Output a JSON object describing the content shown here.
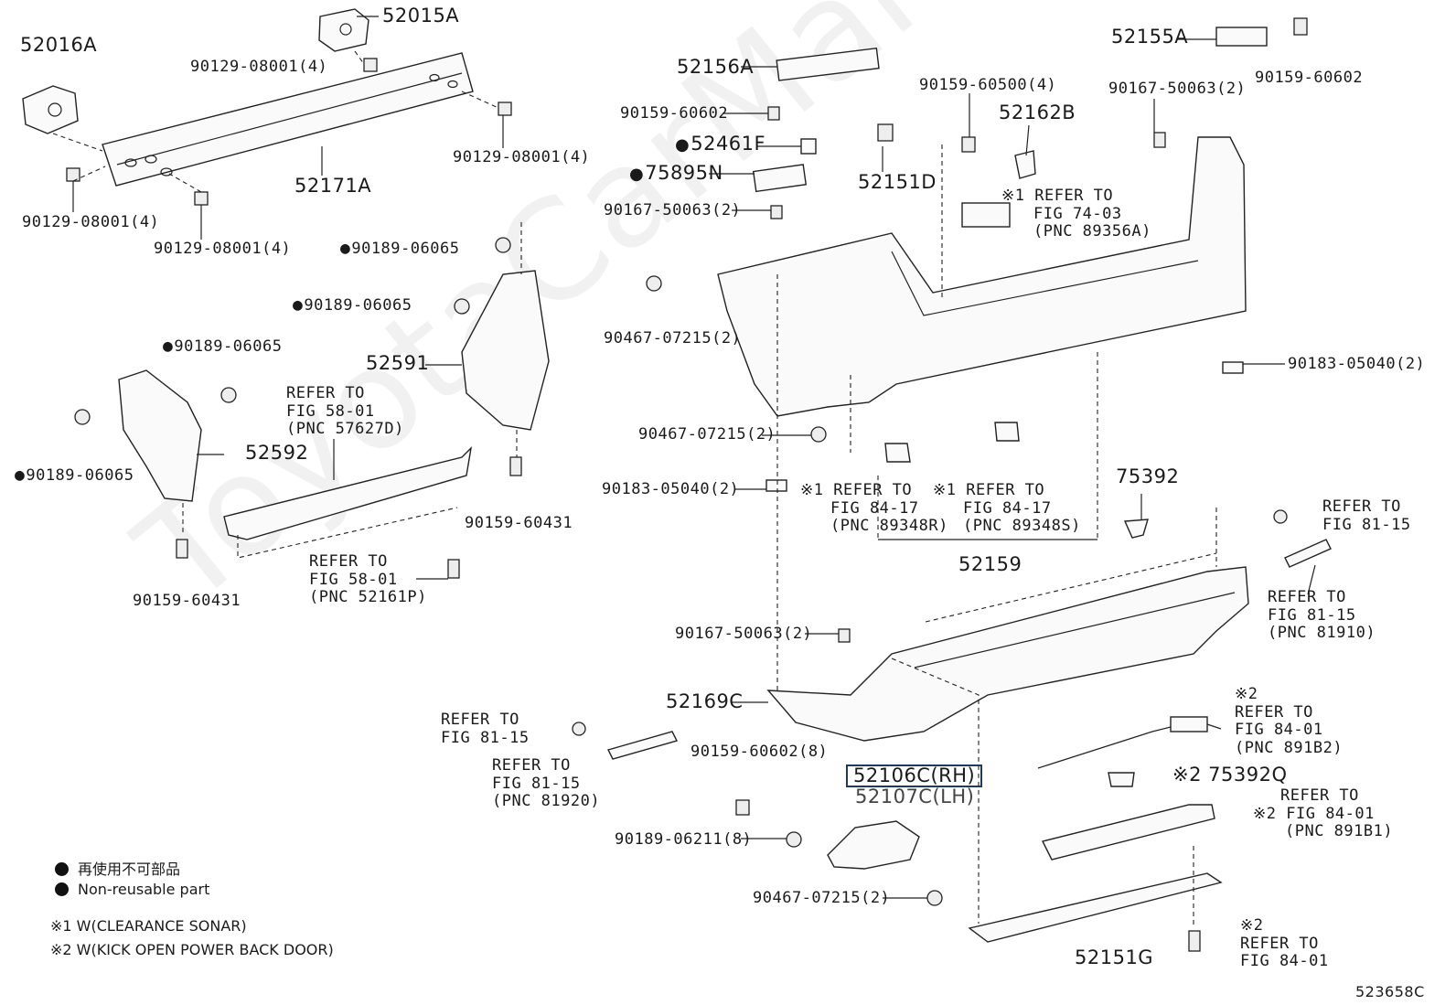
{
  "watermark": "ToyotaCarMart.ru",
  "figure_id": "523658C",
  "labels": {
    "p52016A": "52016A",
    "p52015A": "52015A",
    "b90129_top": "90129-08001(4)",
    "b90129_right": "90129-08001(4)",
    "b90129_left": "90129-08001(4)",
    "b90129_bottom": "90129-08001(4)",
    "p52171A": "52171A",
    "p52156A": "52156A",
    "b90159_60602_a": "90159-60602",
    "p52461F": "52461F",
    "p75895N": "75895N",
    "b90167_a": "90167-50063(2)",
    "b90467_a": "90467-07215(2)",
    "b90467_b": "90467-07215(2)",
    "b90183_a": "90183-05040(2)",
    "b90167_b": "90167-50063(2)",
    "p52169C": "52169C",
    "b90159_60602_b": "90159-60602(8)",
    "b90189_06211": "90189-06211(8)",
    "b90467_c": "90467-07215(2)",
    "p52106C": "52106C(RH)",
    "p52107C": "52107C(LH)",
    "b90189_a": "90189-06065",
    "b90189_b": "90189-06065",
    "b90189_c": "90189-06065",
    "b90189_d": "90189-06065",
    "p52591": "52591",
    "p52592": "52592",
    "b90159_60431_a": "90159-60431",
    "b90159_60431_b": "90159-60431",
    "b90159_60500": "90159-60500(4)",
    "p52162B": "52162B",
    "p52151D": "52151D",
    "p52155A": "52155A",
    "b90159_60602_c": "90159-60602",
    "b90167_c": "90167-50063(2)",
    "b90183_b": "90183-05040(2)",
    "p75392": "75392",
    "p52159": "52159",
    "p75392Q": "75392Q",
    "p52151G": "52151G"
  },
  "refers": {
    "r_58_01_57627D": [
      "REFER TO",
      "FIG 58-01",
      "(PNC 57627D)"
    ],
    "r_58_01_52161P": [
      "REFER TO",
      "FIG 58-01",
      "(PNC 52161P)"
    ],
    "r_74_03": [
      "REFER TO",
      "FIG 74-03",
      "(PNC 89356A)"
    ],
    "r_84_17_R": [
      "REFER TO",
      "FIG 84-17",
      "(PNC 89348R)"
    ],
    "r_84_17_S": [
      "REFER TO",
      "FIG 84-17",
      "(PNC 89348S)"
    ],
    "r_81_15_top": [
      "REFER TO",
      "FIG 81-15"
    ],
    "r_81_15_81910": [
      "REFER TO",
      "FIG 81-15",
      "(PNC 81910)"
    ],
    "r_81_15_left": [
      "REFER TO",
      "FIG 81-15"
    ],
    "r_81_15_81920": [
      "REFER TO",
      "FIG 81-15",
      "(PNC 81920)"
    ],
    "r_84_01_891B2": [
      "REFER TO",
      "FIG 84-01",
      "(PNC 891B2)"
    ],
    "r_84_01_891B1": [
      "REFER TO",
      "FIG 84-01",
      "(PNC 891B1)"
    ],
    "r_84_01_bottom": [
      "REFER TO",
      "FIG 84-01"
    ]
  },
  "marks": {
    "m1": "1",
    "m2": "2"
  },
  "legend": {
    "jp": "再使用不可部品",
    "en": "Non-reusable part",
    "note1": "※1 W(CLEARANCE SONAR)",
    "note2": "※2 W(KICK OPEN POWER BACK DOOR)"
  }
}
